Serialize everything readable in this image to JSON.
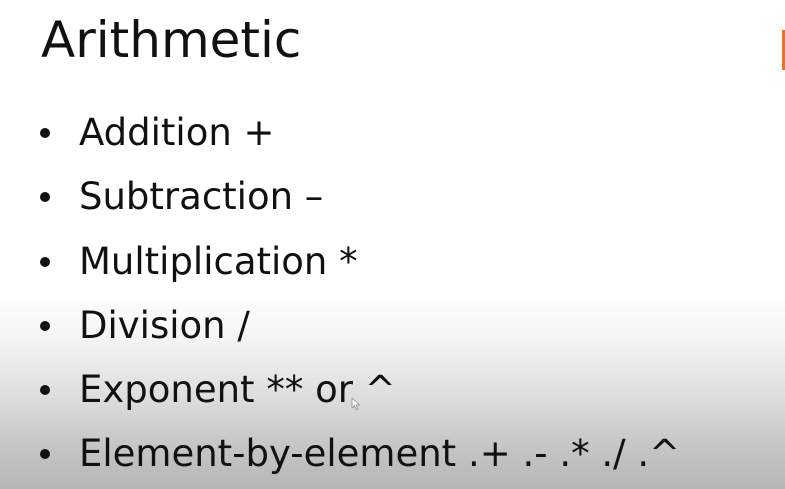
{
  "slide": {
    "title": "Arithmetic",
    "accent_color": "#e8742c",
    "bullets": [
      {
        "text": "Addition +"
      },
      {
        "text": "Subtraction –"
      },
      {
        "text": "Multiplication *"
      },
      {
        "text": "Division /"
      },
      {
        "text": "Exponent ** or ^"
      },
      {
        "text": "Element-by-element .+ .- .* ./ .^"
      }
    ]
  },
  "cursor_icon": "mouse-pointer-icon"
}
